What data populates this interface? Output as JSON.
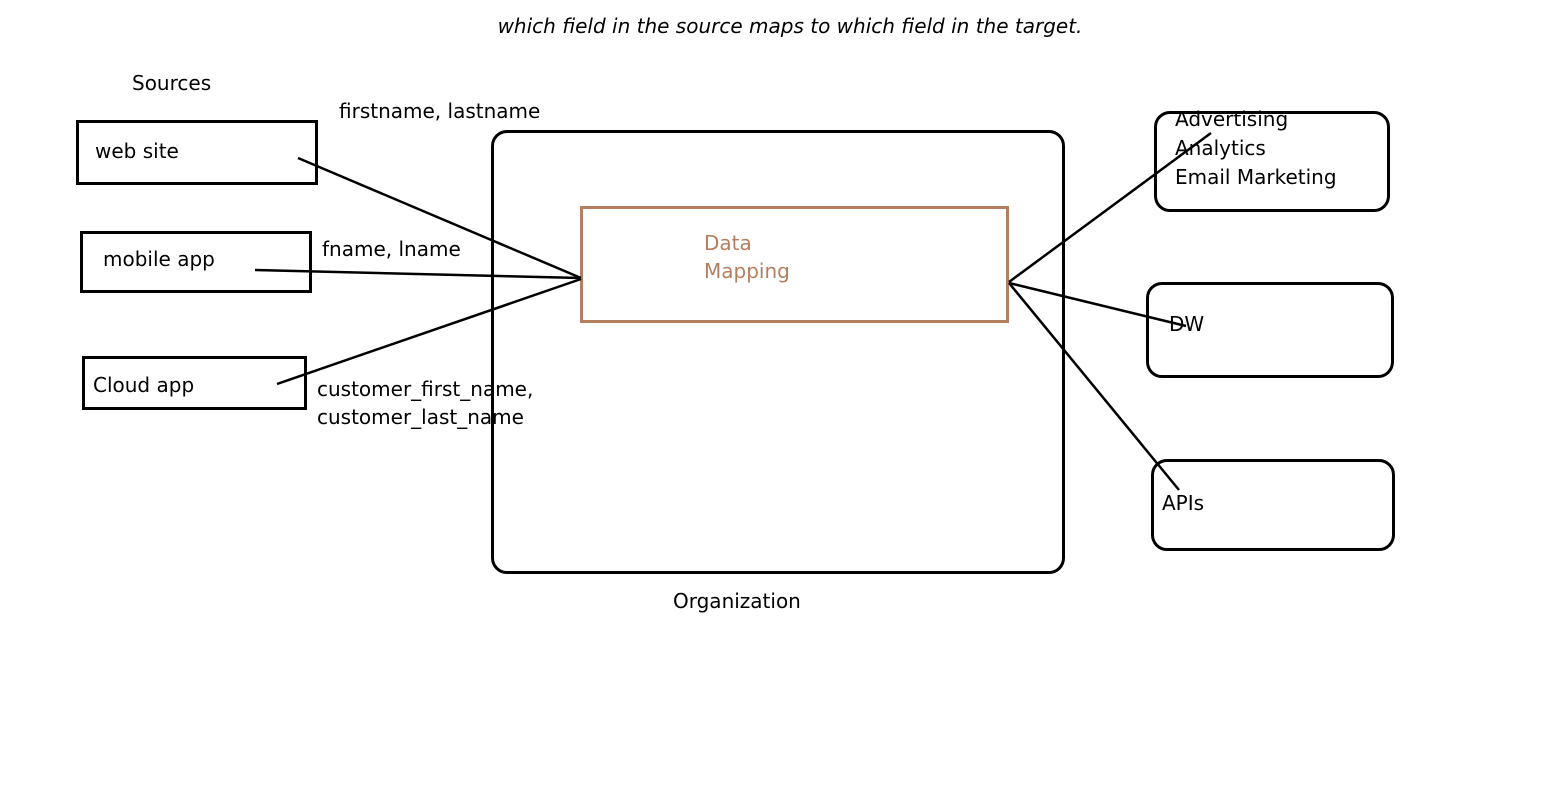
{
  "caption": "which field in the source maps to which field in the target.",
  "sources": {
    "heading": "Sources",
    "items": [
      {
        "label": "web site",
        "fields": "firstname, lastname"
      },
      {
        "label": "mobile app",
        "fields": "fname, lname"
      },
      {
        "label": "Cloud app",
        "fields_line1": "customer_first_name,",
        "fields_line2": "customer_last_name"
      }
    ]
  },
  "organization": {
    "label": "Organization",
    "mapping": {
      "line1": "Data",
      "line2": "Mapping"
    }
  },
  "targets": {
    "marketing": {
      "line1": "Advertising",
      "line2": "Analytics",
      "line3": "Email Marketing"
    },
    "dw": "DW",
    "apis": "APIs"
  },
  "colors": {
    "mapping_accent": "#b57f5f",
    "stroke": "#000000"
  }
}
